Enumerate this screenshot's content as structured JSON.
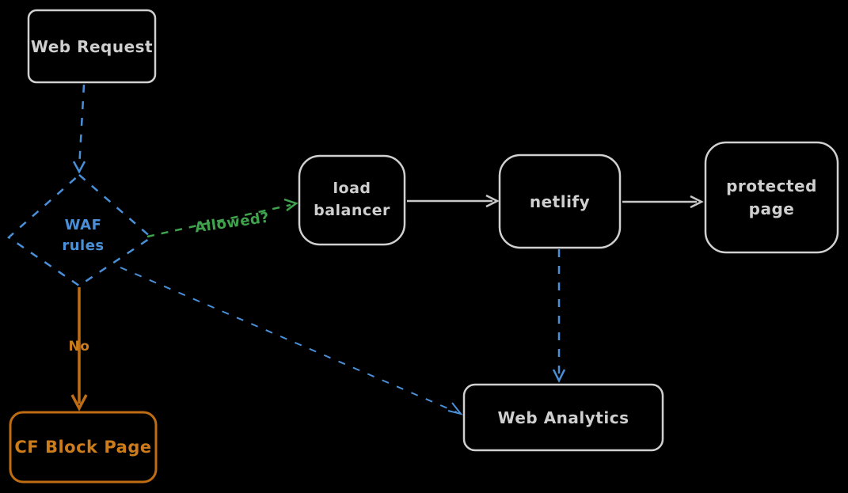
{
  "diagram": {
    "background": "#000000",
    "colors": {
      "node_stroke_gray": "#d0d0d0",
      "text_gray": "#cfcfcf",
      "accent_blue": "#4a90d9",
      "accent_green": "#3fa34d",
      "accent_orange": "#bf6d13",
      "text_orange": "#cc7c1a"
    },
    "nodes": {
      "web_request": {
        "label": "Web Request"
      },
      "waf_rules": {
        "line1": "WAF",
        "line2": "rules"
      },
      "load_balancer": {
        "line1": "load",
        "line2": "balancer"
      },
      "netlify": {
        "label": "netlify"
      },
      "protected_page": {
        "line1": "protected",
        "line2": "page"
      },
      "web_analytics": {
        "label": "Web Analytics"
      },
      "cf_block_page": {
        "label": "CF Block Page"
      }
    },
    "edges": {
      "allowed": {
        "label": "Allowed?"
      },
      "no": {
        "label": "No"
      }
    }
  }
}
